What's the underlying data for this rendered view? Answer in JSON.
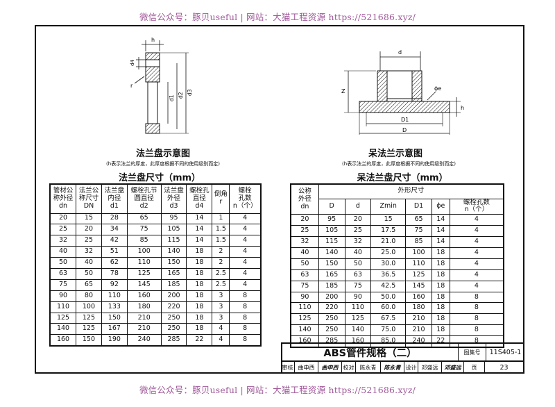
{
  "watermark": {
    "top": "微信公众号：豚贝useful  |  网站：大猫工程资源 https://521686.xyz/",
    "bottom": "微信公众号：豚贝useful  |  网站：大猫工程资源 https://521686.xyz/"
  },
  "drawing_left": {
    "labels": {
      "h": "h",
      "d4": "d4",
      "r": "r",
      "d1": "d1",
      "d2": "d2",
      "d3": "d3"
    },
    "title": "法兰盘示意图",
    "note": "(h表示法兰的厚度，此厚度根据不同的使用级别而定)"
  },
  "drawing_right": {
    "labels": {
      "d": "d",
      "Z": "Z",
      "phi": "ϕe",
      "h": "h",
      "D1": "D1",
      "D": "D"
    },
    "title": "呆法兰示意图",
    "note": "(h表示法兰的厚度，此厚度根据不同的使用级别而定)"
  },
  "table_left": {
    "title": "法兰盘尺寸（mm）",
    "headers": [
      [
        "管材公",
        "称外径",
        "dn"
      ],
      [
        "法兰公",
        "称尺寸",
        "DN"
      ],
      [
        "法兰盘",
        "内径",
        "d1"
      ],
      [
        "螺栓孔节",
        "圆直径",
        "d2"
      ],
      [
        "法兰盘",
        "外径",
        "d3"
      ],
      [
        "螺栓孔",
        "直径",
        "d4"
      ],
      [
        "倒角",
        "r"
      ],
      [
        "螺栓",
        "孔数",
        "n（个）"
      ]
    ],
    "rows": [
      [
        "20",
        "15",
        "28",
        "65",
        "95",
        "14",
        "1",
        "4"
      ],
      [
        "25",
        "20",
        "34",
        "75",
        "105",
        "14",
        "1.5",
        "4"
      ],
      [
        "32",
        "25",
        "42",
        "85",
        "115",
        "14",
        "1.5",
        "4"
      ],
      [
        "40",
        "32",
        "51",
        "100",
        "140",
        "18",
        "2",
        "4"
      ],
      [
        "50",
        "40",
        "62",
        "110",
        "150",
        "18",
        "2",
        "4"
      ],
      [
        "63",
        "50",
        "78",
        "125",
        "165",
        "18",
        "2.5",
        "4"
      ],
      [
        "75",
        "65",
        "92",
        "145",
        "185",
        "18",
        "2.5",
        "4"
      ],
      [
        "90",
        "80",
        "110",
        "160",
        "200",
        "18",
        "3",
        "8"
      ],
      [
        "110",
        "100",
        "133",
        "180",
        "220",
        "18",
        "3",
        "8"
      ],
      [
        "125",
        "125",
        "150",
        "210",
        "250",
        "18",
        "3",
        "8"
      ],
      [
        "140",
        "125",
        "167",
        "210",
        "250",
        "18",
        "4",
        "8"
      ],
      [
        "160",
        "150",
        "190",
        "240",
        "285",
        "22",
        "4",
        "8"
      ]
    ]
  },
  "table_right": {
    "title": "呆法兰盘尺寸（mm）",
    "header_group": "外形尺寸",
    "headers": [
      [
        "公称",
        "外径",
        "dn"
      ],
      [
        "D"
      ],
      [
        "d"
      ],
      [
        "Zmin"
      ],
      [
        "D1"
      ],
      [
        "ϕe"
      ],
      [
        "螺栓孔数",
        "n（个）"
      ]
    ],
    "rows": [
      [
        "20",
        "95",
        "20",
        "15",
        "65",
        "14",
        "4"
      ],
      [
        "25",
        "105",
        "25",
        "17.5",
        "75",
        "14",
        "4"
      ],
      [
        "32",
        "115",
        "32",
        "21.0",
        "85",
        "14",
        "4"
      ],
      [
        "40",
        "140",
        "40",
        "25.0",
        "100",
        "18",
        "4"
      ],
      [
        "50",
        "150",
        "50",
        "30.0",
        "110",
        "18",
        "4"
      ],
      [
        "63",
        "165",
        "63",
        "36.5",
        "125",
        "18",
        "4"
      ],
      [
        "75",
        "185",
        "75",
        "42.5",
        "145",
        "18",
        "4"
      ],
      [
        "90",
        "200",
        "90",
        "50.0",
        "160",
        "18",
        "8"
      ],
      [
        "110",
        "220",
        "110",
        "60.0",
        "180",
        "18",
        "8"
      ],
      [
        "125",
        "250",
        "125",
        "67.5",
        "210",
        "18",
        "8"
      ],
      [
        "140",
        "250",
        "140",
        "75.0",
        "210",
        "18",
        "8"
      ],
      [
        "160",
        "285",
        "160",
        "85.0",
        "240",
        "22",
        "8"
      ]
    ]
  },
  "title_block": {
    "name": "ABS管件规格（二）",
    "atlas_label": "图集号",
    "atlas_no": "11S405-1",
    "page_label": "页",
    "page_no": "23",
    "review_label": "审核",
    "review_name": "曲申西",
    "review_sig": "曲申西",
    "check_label": "校对",
    "check_name": "陈永青",
    "check_sig": "陈永青",
    "design_label": "设计",
    "design_name": "邓盛远",
    "design_sig": "邓盛远"
  }
}
